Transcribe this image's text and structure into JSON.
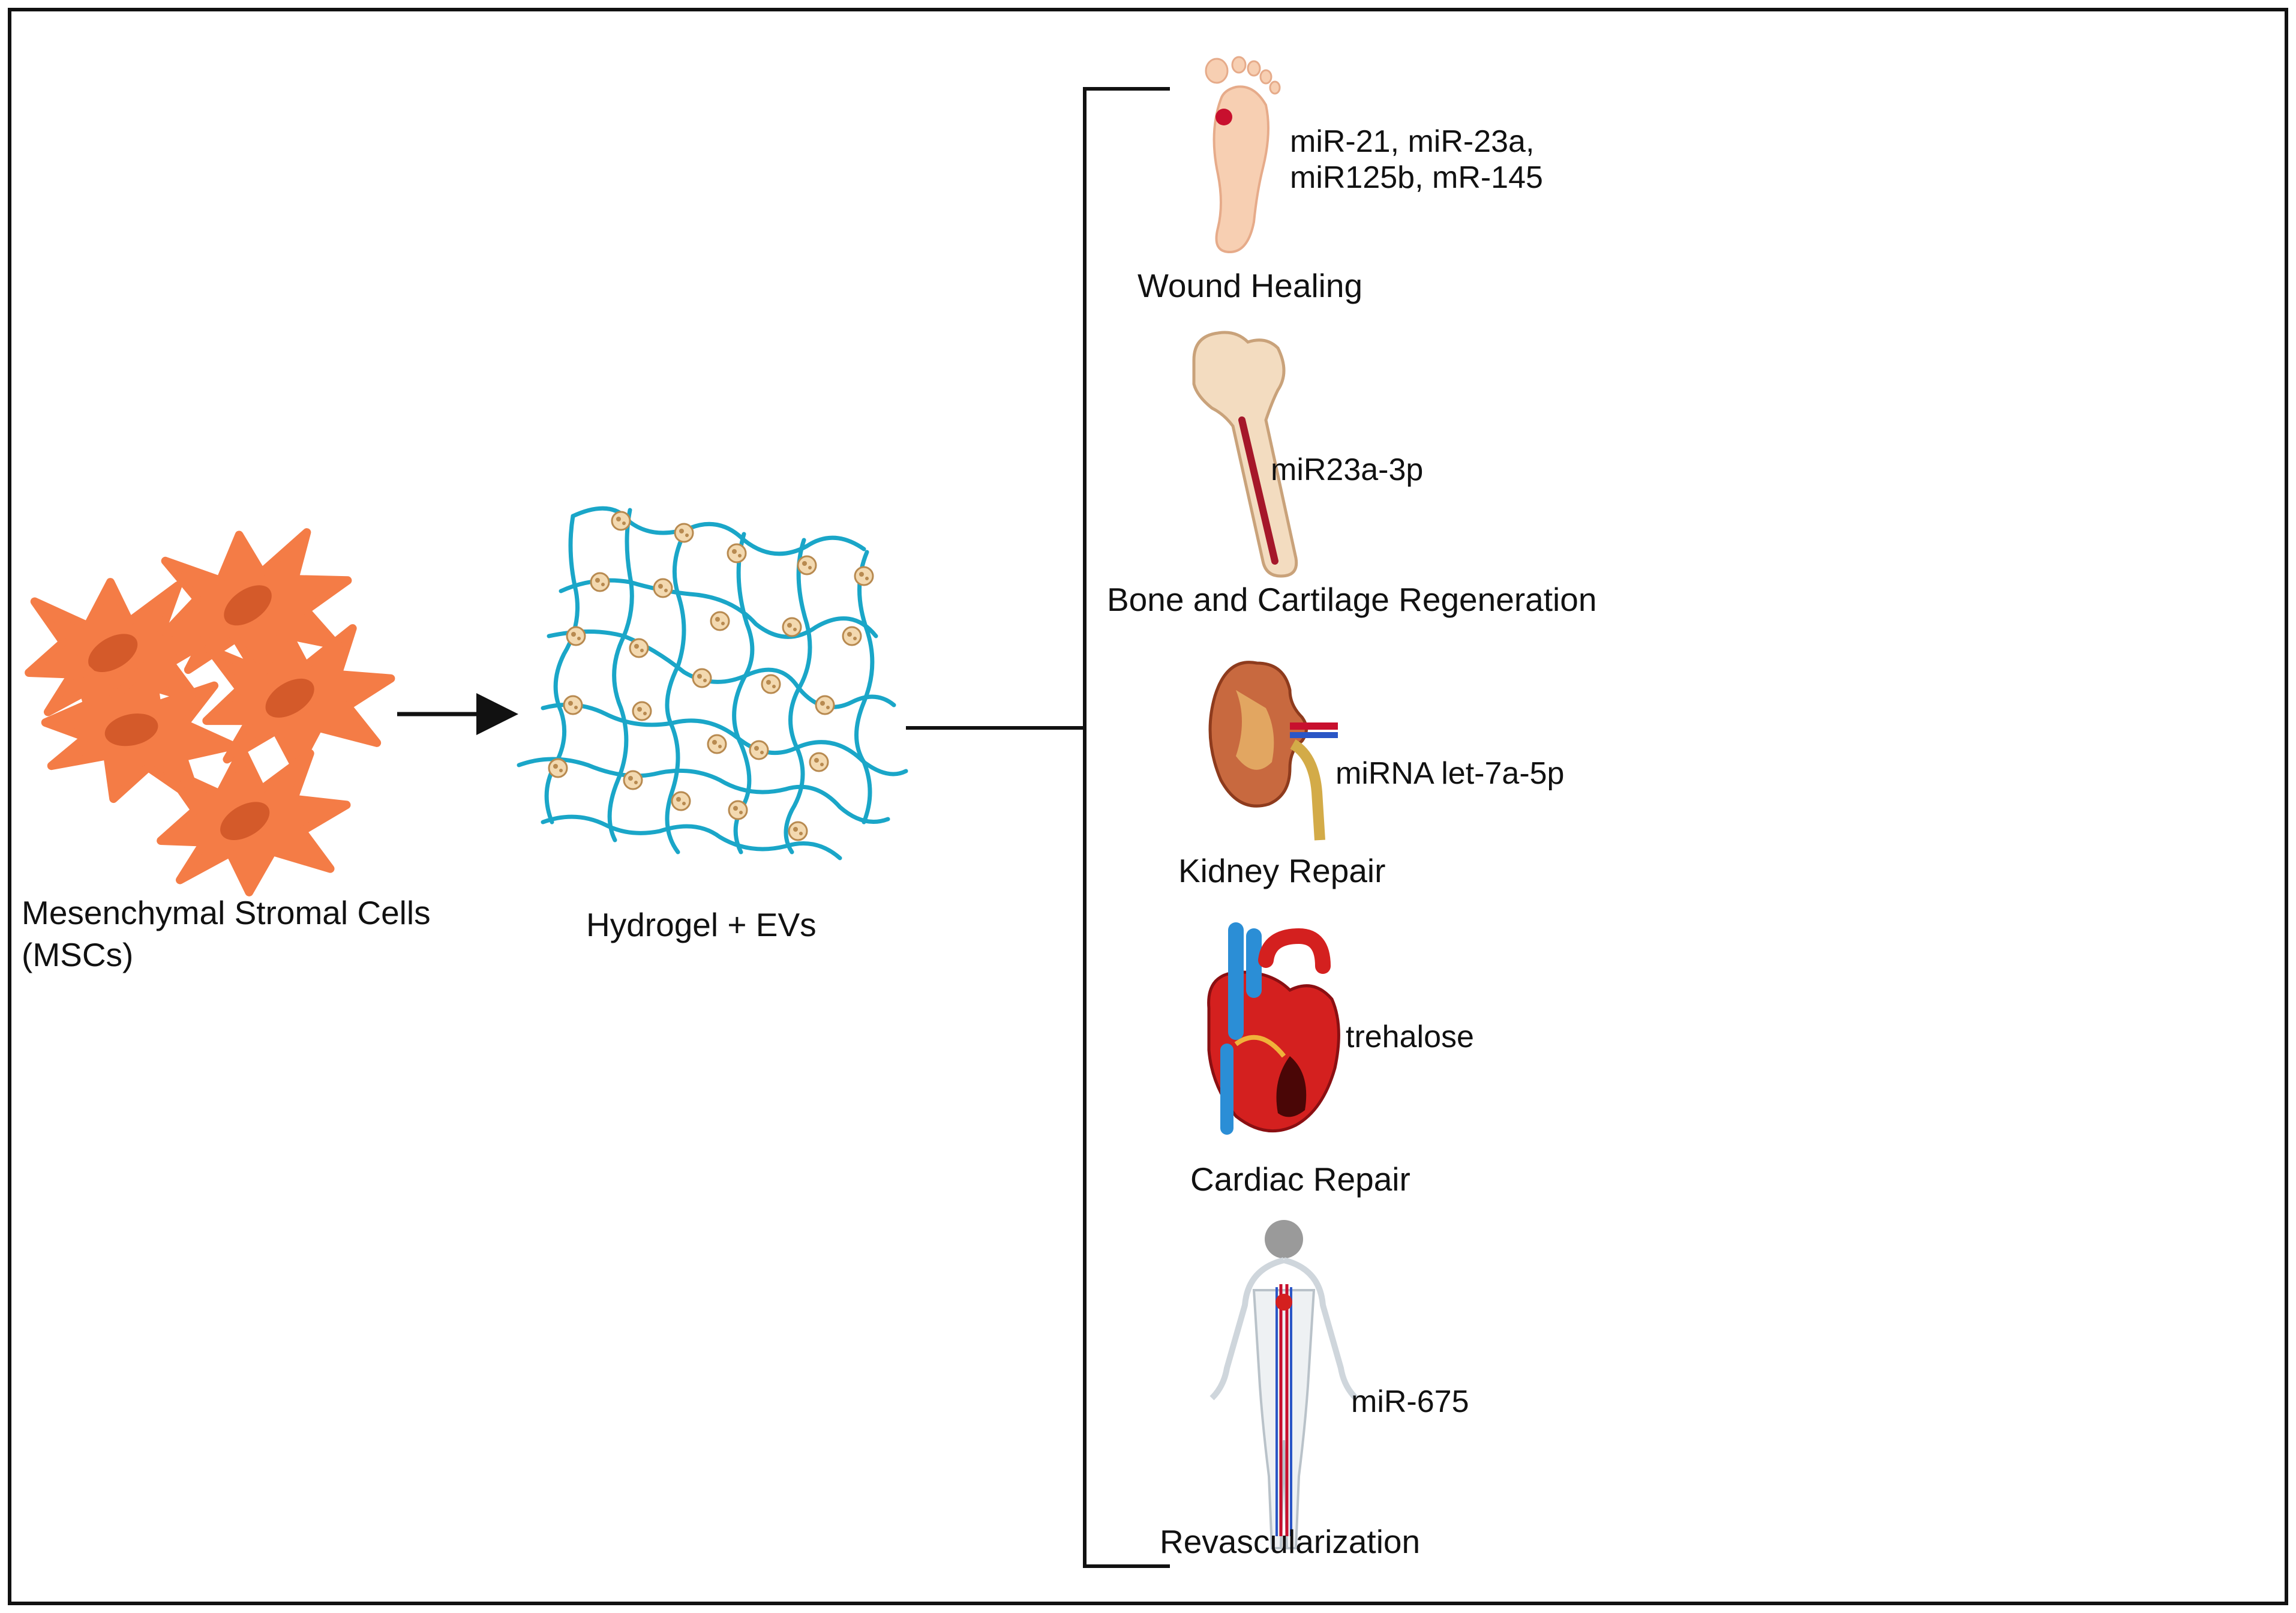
{
  "diagram": {
    "source": {
      "label_line1": "Mesenchymal Stromal Cells",
      "label_line2": "(MSCs)",
      "cell_color": "#f47c46",
      "nucleus_color": "#d45a2a"
    },
    "hydrogel": {
      "label": "Hydrogel + EVs",
      "fiber_color": "#1aa6c8",
      "ev_color": "#f3d9b0"
    },
    "outcomes": [
      {
        "key": "wound",
        "title": "Wound Healing",
        "mirna_line1": "miR-21, miR-23a,",
        "mirna_line2": "miR125b, mR-145",
        "icon": "foot-icon"
      },
      {
        "key": "bone",
        "title": "Bone and Cartilage Regeneration",
        "mirna_line1": "miR23a-3p",
        "icon": "femur-bone-icon"
      },
      {
        "key": "kidney",
        "title": "Kidney Repair",
        "mirna_line1": "miRNA let-7a-5p",
        "icon": "kidney-icon"
      },
      {
        "key": "cardiac",
        "title": "Cardiac Repair",
        "mirna_line1": "trehalose",
        "icon": "heart-icon"
      },
      {
        "key": "revasc",
        "title": "Revascularization",
        "mirna_line1": "miR-675",
        "icon": "body-vasculature-icon"
      }
    ]
  }
}
